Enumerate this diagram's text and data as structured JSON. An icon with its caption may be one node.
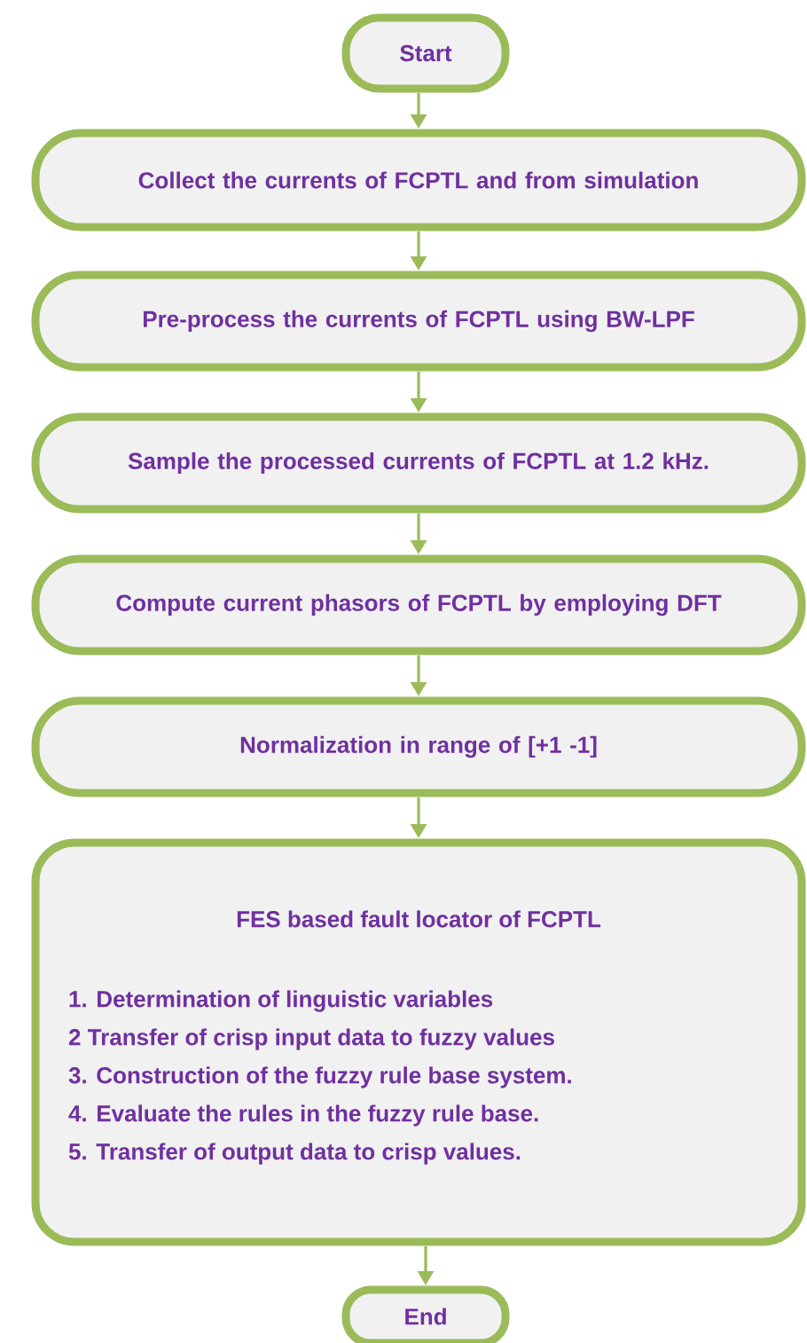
{
  "diagram": {
    "nodes": [
      {
        "text": [
          "Start"
        ]
      },
      {
        "text": [
          "Collect the currents of FCPTL and from simulation"
        ]
      },
      {
        "text": [
          "Pre-process the currents of FCPTL using BW-LPF"
        ]
      },
      {
        "text": [
          "Sample the processed currents of FCPTL at 1.2 kHz."
        ]
      },
      {
        "text": [
          "Compute current phasors of FCPTL by employing DFT"
        ]
      },
      {
        "text": [
          "Normalization in range of  [+1 -1]"
        ]
      },
      {
        "text": [
          "FES based fault locator of FCPTL",
          "1. Determination of linguistic variables",
          "2  Transfer of crisp input data to fuzzy values",
          "3. Construction of the fuzzy rule base system.",
          "4. Evaluate the rules in the fuzzy rule base.",
          "5. Transfer of output data to crisp values."
        ]
      },
      {
        "text": [
          "End"
        ]
      }
    ],
    "edges": [
      {
        "from": 0,
        "to": 1,
        "arrow": "to"
      },
      {
        "from": 1,
        "to": 2,
        "arrow": "to"
      },
      {
        "from": 2,
        "to": 3,
        "arrow": "to"
      },
      {
        "from": 3,
        "to": 4,
        "arrow": "to"
      },
      {
        "from": 4,
        "to": 5,
        "arrow": "to"
      },
      {
        "from": 5,
        "to": 6,
        "arrow": "to"
      },
      {
        "from": 6,
        "to": 7,
        "arrow": "to"
      }
    ]
  }
}
